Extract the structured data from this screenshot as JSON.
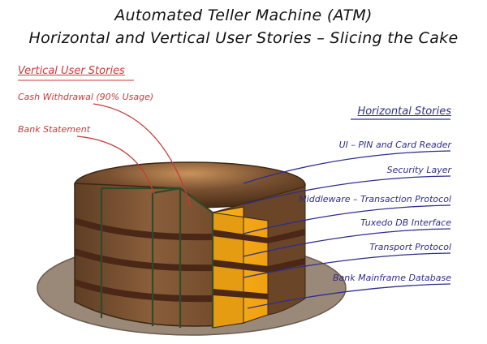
{
  "title": {
    "line1": "Automated Teller Machine (ATM)",
    "line2": "Horizontal and Vertical User Stories – Slicing the Cake"
  },
  "vertical": {
    "heading": "Vertical User Stories",
    "items": [
      "Cash Withdrawal (90% Usage)",
      "Bank Statement"
    ]
  },
  "horizontal": {
    "heading": "Horizontal Stories",
    "items": [
      "UI – PIN and Card Reader",
      "Security Layer",
      "Middleware – Transaction Protocol",
      "Tuxedo DB Interface",
      "Transport Protocol",
      "Bank Mainframe Database"
    ]
  },
  "colors": {
    "vertical_text": "#c83a3a",
    "horizontal_text": "#2f2e8c",
    "cake_body": "#7a5232",
    "cake_filling": "#4a2716",
    "slice_inner": "#f4a818",
    "plate": "#9a8878"
  }
}
